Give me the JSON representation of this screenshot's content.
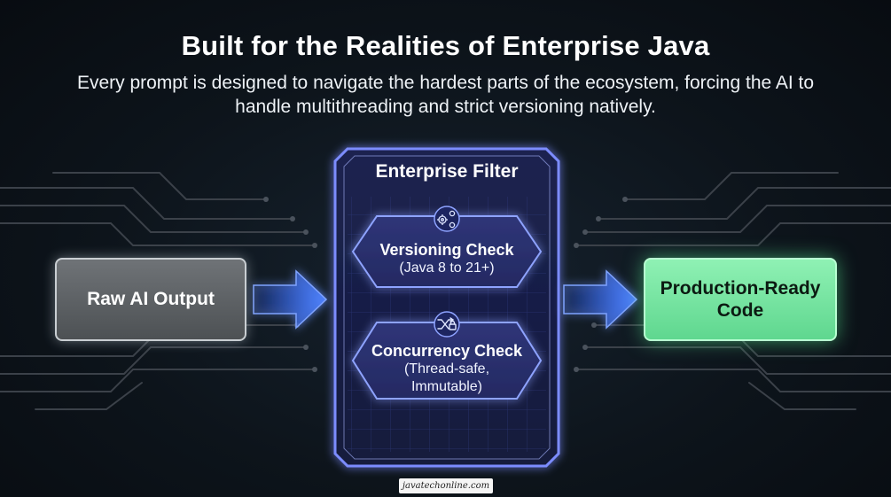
{
  "title": "Built for the Realities of Enterprise Java",
  "subtitle": "Every prompt is designed to navigate the hardest parts of the ecosystem, forcing the AI to handle multithreading and strict versioning natively.",
  "input_box": {
    "label": "Raw AI Output"
  },
  "filter": {
    "label": "Enterprise Filter",
    "checks": [
      {
        "icon": "gears-icon",
        "title": "Versioning Check",
        "detail": "(Java 8 to 21+)"
      },
      {
        "icon": "shuffle-lock-icon",
        "title": "Concurrency Check",
        "detail_lines": [
          "(Thread-safe,",
          "Immutable)"
        ]
      }
    ]
  },
  "output_box": {
    "label_lines": [
      "Production-Ready",
      "Code"
    ]
  },
  "watermark": "javatechonline.com",
  "colors": {
    "background": "#0d141b",
    "circuit_lines": "#3a4048",
    "filter_glow": "#6f8cff",
    "hexagon_fill": "#2a2f6a",
    "arrow": "#3f73ff",
    "raw_box": "#5d6164",
    "production_box": "#7fe8a8"
  }
}
